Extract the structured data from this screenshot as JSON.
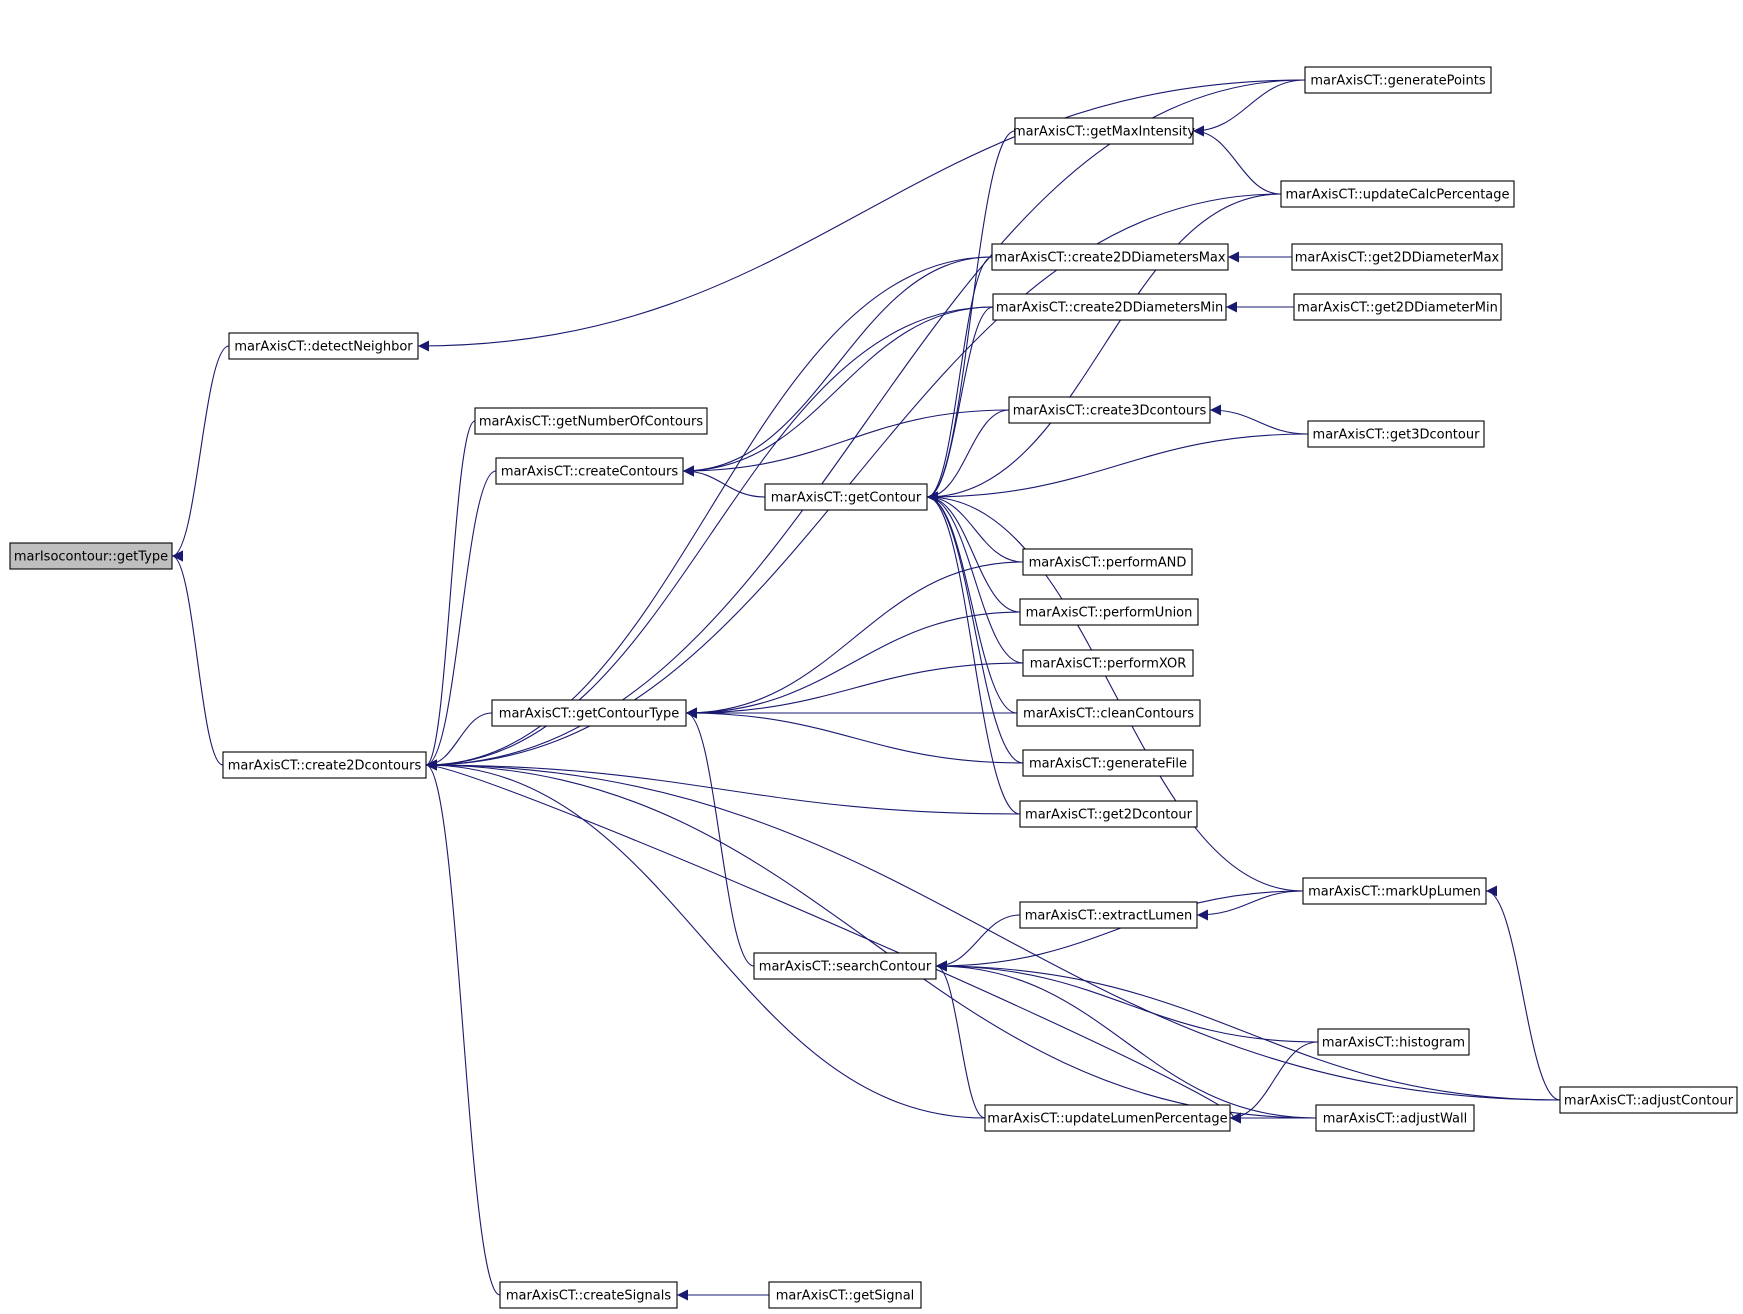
{
  "diagram": {
    "type": "call-graph",
    "root": "marIsocontour::getType",
    "edge_color": "#191970",
    "root_fill": "#bfbfbf",
    "nodes": [
      {
        "id": "getType",
        "label": "marIsocontour::getType",
        "root": true
      },
      {
        "id": "detectNeighbor",
        "label": "marAxisCT::detectNeighbor"
      },
      {
        "id": "create2Dcontours",
        "label": "marAxisCT::create2Dcontours"
      },
      {
        "id": "generatePoints",
        "label": "marAxisCT::generatePoints"
      },
      {
        "id": "getMaxIntensity",
        "label": "marAxisCT::getMaxIntensity"
      },
      {
        "id": "updateCalcPercentage",
        "label": "marAxisCT::updateCalcPercentage"
      },
      {
        "id": "create2DDiametersMax",
        "label": "marAxisCT::create2DDiametersMax"
      },
      {
        "id": "get2DDiameterMax",
        "label": "marAxisCT::get2DDiameterMax"
      },
      {
        "id": "create2DDiametersMin",
        "label": "marAxisCT::create2DDiametersMin"
      },
      {
        "id": "get2DDiameterMin",
        "label": "marAxisCT::get2DDiameterMin"
      },
      {
        "id": "getNumberOfContours",
        "label": "marAxisCT::getNumberOfContours"
      },
      {
        "id": "create3Dcontours",
        "label": "marAxisCT::create3Dcontours"
      },
      {
        "id": "get3Dcontour",
        "label": "marAxisCT::get3Dcontour"
      },
      {
        "id": "createContours",
        "label": "marAxisCT::createContours"
      },
      {
        "id": "getContour",
        "label": "marAxisCT::getContour"
      },
      {
        "id": "performAND",
        "label": "marAxisCT::performAND"
      },
      {
        "id": "performUnion",
        "label": "marAxisCT::performUnion"
      },
      {
        "id": "performXOR",
        "label": "marAxisCT::performXOR"
      },
      {
        "id": "getContourType",
        "label": "marAxisCT::getContourType"
      },
      {
        "id": "cleanContours",
        "label": "marAxisCT::cleanContours"
      },
      {
        "id": "generateFile",
        "label": "marAxisCT::generateFile"
      },
      {
        "id": "get2Dcontour",
        "label": "marAxisCT::get2Dcontour"
      },
      {
        "id": "markUpLumen",
        "label": "marAxisCT::markUpLumen"
      },
      {
        "id": "extractLumen",
        "label": "marAxisCT::extractLumen"
      },
      {
        "id": "searchContour",
        "label": "marAxisCT::searchContour"
      },
      {
        "id": "histogram",
        "label": "marAxisCT::histogram"
      },
      {
        "id": "adjustContour",
        "label": "marAxisCT::adjustContour"
      },
      {
        "id": "updateLumenPercentage",
        "label": "marAxisCT::updateLumenPercentage"
      },
      {
        "id": "adjustWall",
        "label": "marAxisCT::adjustWall"
      },
      {
        "id": "createSignals",
        "label": "marAxisCT::createSignals"
      },
      {
        "id": "getSignal",
        "label": "marAxisCT::getSignal"
      }
    ],
    "edges": [
      {
        "from": "detectNeighbor",
        "to": "getType"
      },
      {
        "from": "create2Dcontours",
        "to": "getType"
      },
      {
        "from": "generatePoints",
        "to": "detectNeighbor"
      },
      {
        "from": "generatePoints",
        "to": "create2Dcontours"
      },
      {
        "from": "generatePoints",
        "to": "getMaxIntensity"
      },
      {
        "from": "updateCalcPercentage",
        "to": "getMaxIntensity"
      },
      {
        "from": "updateCalcPercentage",
        "to": "create2Dcontours"
      },
      {
        "from": "updateCalcPercentage",
        "to": "getContour"
      },
      {
        "from": "create2DDiametersMax",
        "to": "create2Dcontours"
      },
      {
        "from": "create2DDiametersMax",
        "to": "createContours"
      },
      {
        "from": "get2DDiameterMax",
        "to": "create2DDiametersMax"
      },
      {
        "from": "create2DDiametersMin",
        "to": "create2Dcontours"
      },
      {
        "from": "create2DDiametersMin",
        "to": "createContours"
      },
      {
        "from": "get2DDiameterMin",
        "to": "create2DDiametersMin"
      },
      {
        "from": "create3Dcontours",
        "to": "createContours"
      },
      {
        "from": "create3Dcontours",
        "to": "getContour"
      },
      {
        "from": "get3Dcontour",
        "to": "create3Dcontours"
      },
      {
        "from": "get3Dcontour",
        "to": "getContour"
      },
      {
        "from": "createContours",
        "to": "create2Dcontours"
      },
      {
        "from": "getContour",
        "to": "createContours"
      },
      {
        "from": "getMaxIntensity",
        "to": "getContour"
      },
      {
        "from": "create2DDiametersMax",
        "to": "getContour"
      },
      {
        "from": "create2DDiametersMin",
        "to": "getContour"
      },
      {
        "from": "performAND",
        "to": "getContour"
      },
      {
        "from": "performUnion",
        "to": "getContour"
      },
      {
        "from": "performXOR",
        "to": "getContour"
      },
      {
        "from": "cleanContours",
        "to": "getContour"
      },
      {
        "from": "generateFile",
        "to": "getContour"
      },
      {
        "from": "get2Dcontour",
        "to": "getContour"
      },
      {
        "from": "markUpLumen",
        "to": "getContour"
      },
      {
        "from": "getContourType",
        "to": "create2Dcontours"
      },
      {
        "from": "performAND",
        "to": "getContourType"
      },
      {
        "from": "performUnion",
        "to": "getContourType"
      },
      {
        "from": "performXOR",
        "to": "getContourType"
      },
      {
        "from": "cleanContours",
        "to": "getContourType"
      },
      {
        "from": "generateFile",
        "to": "getContourType"
      },
      {
        "from": "searchContour",
        "to": "getContourType"
      },
      {
        "from": "get2Dcontour",
        "to": "create2Dcontours"
      },
      {
        "from": "markUpLumen",
        "to": "extractLumen"
      },
      {
        "from": "markUpLumen",
        "to": "searchContour"
      },
      {
        "from": "extractLumen",
        "to": "searchContour"
      },
      {
        "from": "adjustContour",
        "to": "searchContour"
      },
      {
        "from": "adjustContour",
        "to": "markUpLumen"
      },
      {
        "from": "adjustContour",
        "to": "create2Dcontours"
      },
      {
        "from": "histogram",
        "to": "searchContour"
      },
      {
        "from": "histogram",
        "to": "updateLumenPercentage"
      },
      {
        "from": "adjustWall",
        "to": "searchContour"
      },
      {
        "from": "adjustWall",
        "to": "updateLumenPercentage"
      },
      {
        "from": "adjustWall",
        "to": "create2Dcontours"
      },
      {
        "from": "updateLumenPercentage",
        "to": "searchContour"
      },
      {
        "from": "updateLumenPercentage",
        "to": "create2Dcontours"
      },
      {
        "from": "create2Dcontours",
        "to": "updateLumenPercentage"
      },
      {
        "from": "createSignals",
        "to": "create2Dcontours"
      },
      {
        "from": "getSignal",
        "to": "createSignals"
      },
      {
        "from": "getNumberOfContours",
        "to": "create2Dcontours"
      }
    ]
  }
}
